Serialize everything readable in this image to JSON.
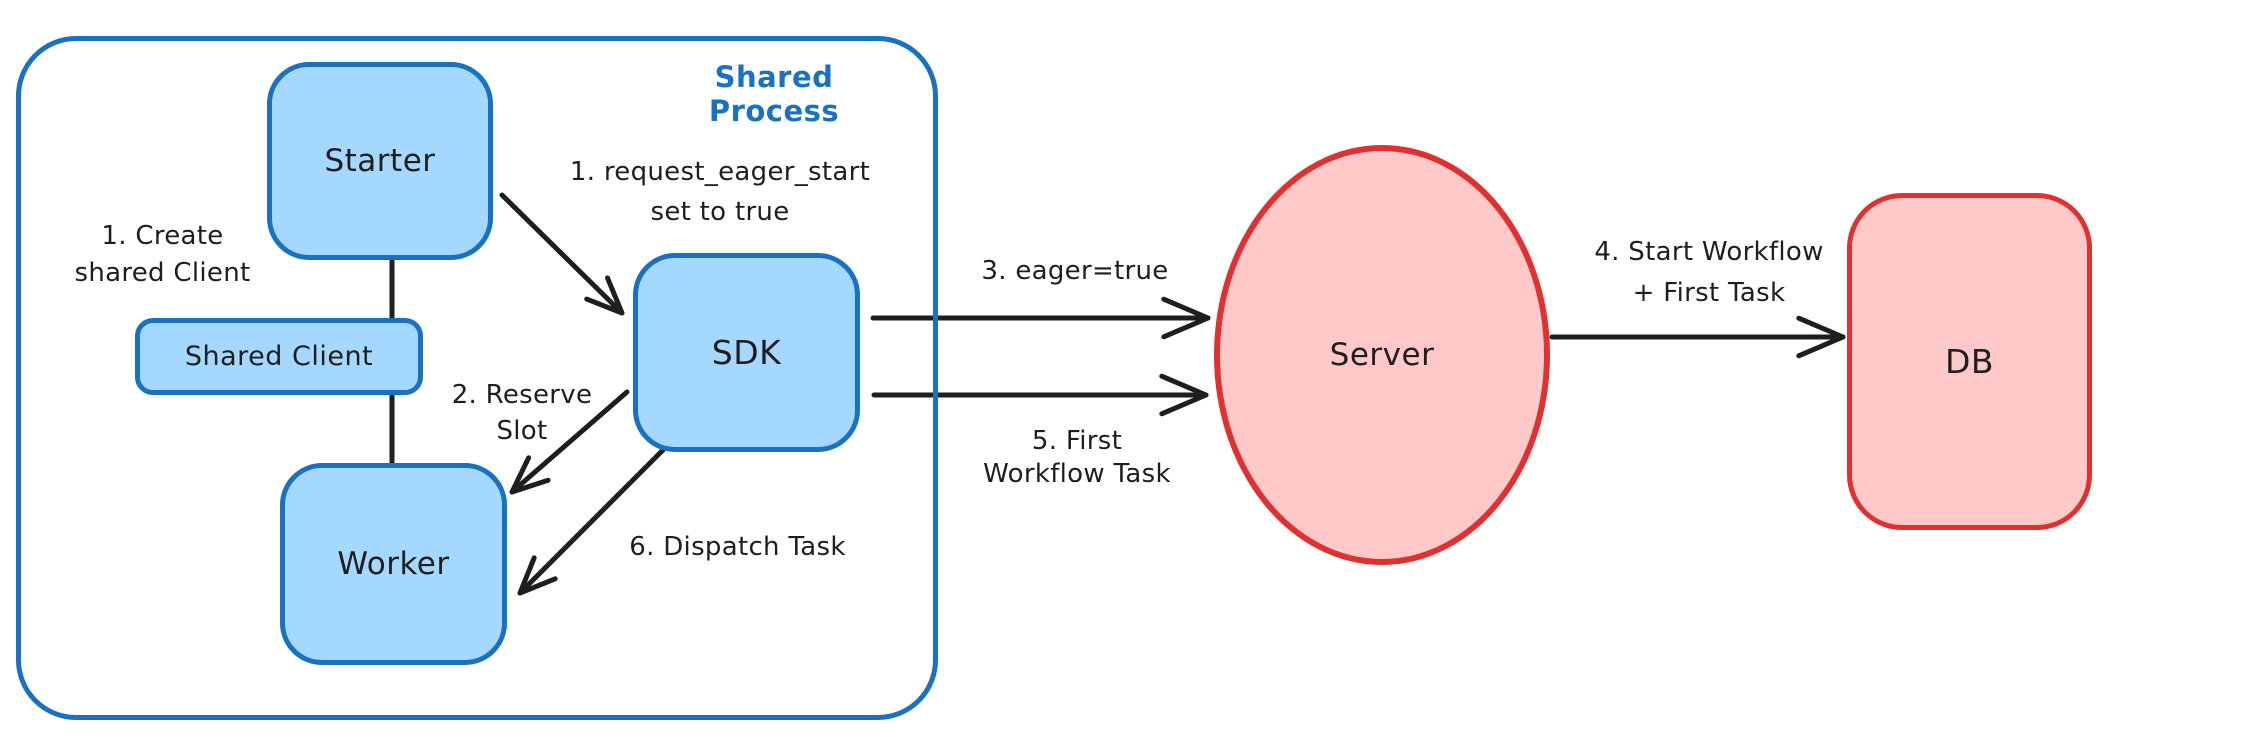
{
  "diagram": {
    "container_label": "Shared Process",
    "nodes": {
      "starter": "Starter",
      "shared_client": "Shared Client",
      "worker": "Worker",
      "sdk": "SDK",
      "server": "Server",
      "db": "DB"
    },
    "annotations": {
      "create_shared_client": "1. Create\nshared Client",
      "request_eager_start": "1. request_eager_start\nset to true",
      "reserve_slot": "2. Reserve\nSlot",
      "dispatch_task": "6. Dispatch Task",
      "eager_true": "3. eager=true",
      "first_workflow_task": "5. First\nWorkflow Task",
      "start_workflow": "4. Start Workflow\n+ First Task"
    },
    "colors": {
      "blue_stroke": "#1971c2",
      "blue_fill": "#a5d8ff",
      "red_stroke": "#e03131",
      "red_fill": "#ffc9c9",
      "ink": "#1e1e1e"
    }
  }
}
